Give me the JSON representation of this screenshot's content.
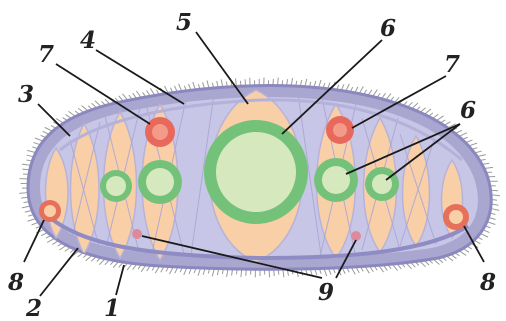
{
  "labels": {
    "l1": "1",
    "l2": "2",
    "l3": "3",
    "l4": "4",
    "l5": "5",
    "l6a": "6",
    "l6b": "6",
    "l7a": "7",
    "l7b": "7",
    "l8a": "8",
    "l8b": "8",
    "l9": "9"
  },
  "colors": {
    "background": "#ffffff",
    "membrane": "#a9a6cf",
    "membrane_dark": "#8b88bf",
    "cilia": "#9a9a9a",
    "cytoplasm": "#c7c6e6",
    "compartment": "#f9cfa8",
    "nucleus_ring": "#74c27a",
    "nucleus_fill": "#d6e8bd",
    "red_body": "#e8695c",
    "red_core": "#f39b88",
    "orange_ring": "#e6705a",
    "pink_dot": "#dd8a9a",
    "label_text": "#222222"
  }
}
